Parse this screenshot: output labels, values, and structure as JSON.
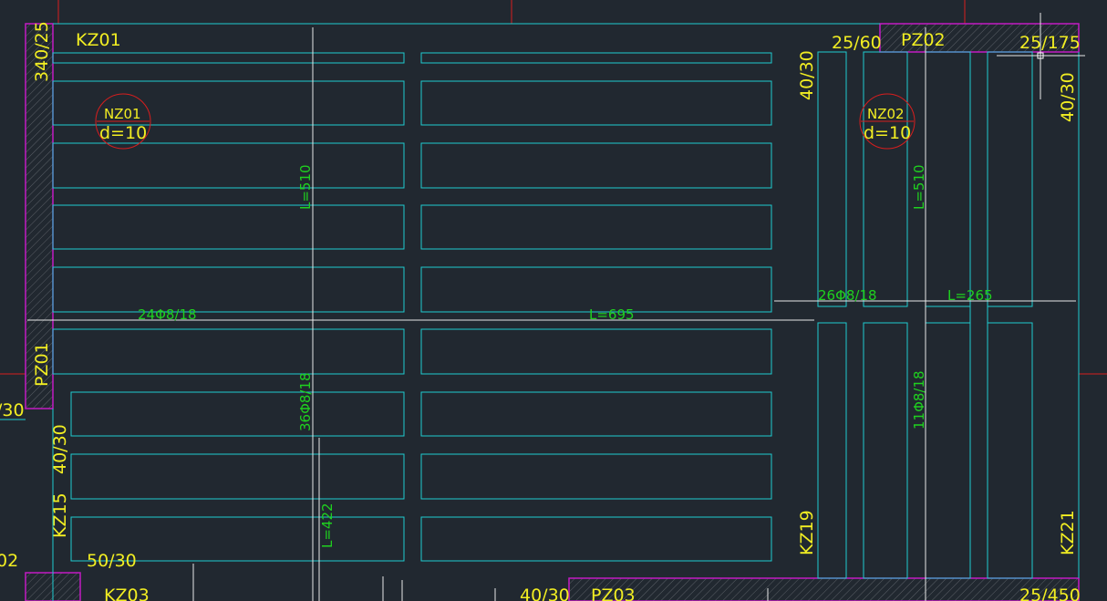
{
  "labels": {
    "kz01": "KZ01",
    "kz03": "KZ03",
    "kz15": "KZ15",
    "kz19": "KZ19",
    "kz21": "KZ21",
    "pz01": "PZ01",
    "pz02": "PZ02",
    "pz03": "PZ03",
    "dim_340_25": "340/25",
    "dim_25_60": "25/60",
    "dim_25_175": "25/175",
    "dim_40_30_a": "40/30",
    "dim_40_30_b": "40/30",
    "dim_40_30_c": "40/30",
    "dim_40_30_d": "40/30",
    "dim_50_30": "50/30",
    "dim_25_450": "25/450",
    "dim_30_left": "/30",
    "dim_02_left": "02"
  },
  "rebar": {
    "r1": "24Φ8/18",
    "r2": "L=695",
    "r3": "L=510",
    "r4": "36Φ8/18",
    "r5": "L=422",
    "r6": "26Φ8/18",
    "r7": "L=265",
    "r8": "L=510",
    "r9": "11Φ8/18"
  },
  "markers": {
    "nz01_name": "NZ01",
    "nz01_d": "d=10",
    "nz02_name": "NZ02",
    "nz02_d": "d=10"
  },
  "colors": {
    "background": "#212830",
    "text": "#f2ee22",
    "rebar_text": "#1fd11f",
    "cyan": "#1ecbd0",
    "magenta": "#c21bc2",
    "red": "#d81e1e"
  }
}
